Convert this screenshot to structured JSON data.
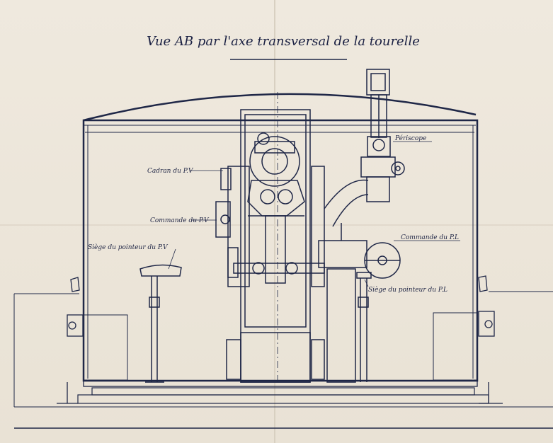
{
  "title": "Vue AB par l'axe transversal de la tourelle",
  "labels": {
    "periscope": "Périscope",
    "cadran_pv": "Cadran du P.V",
    "commande_pv": "Commande du P.V",
    "siege_pv": "Siège du pointeur du P.V",
    "commande_pl": "Commande du P.L",
    "siege_pl": "Siège du pointeur du P.L"
  },
  "colors": {
    "ink": "#1f2747",
    "paper": "#ece6da"
  }
}
